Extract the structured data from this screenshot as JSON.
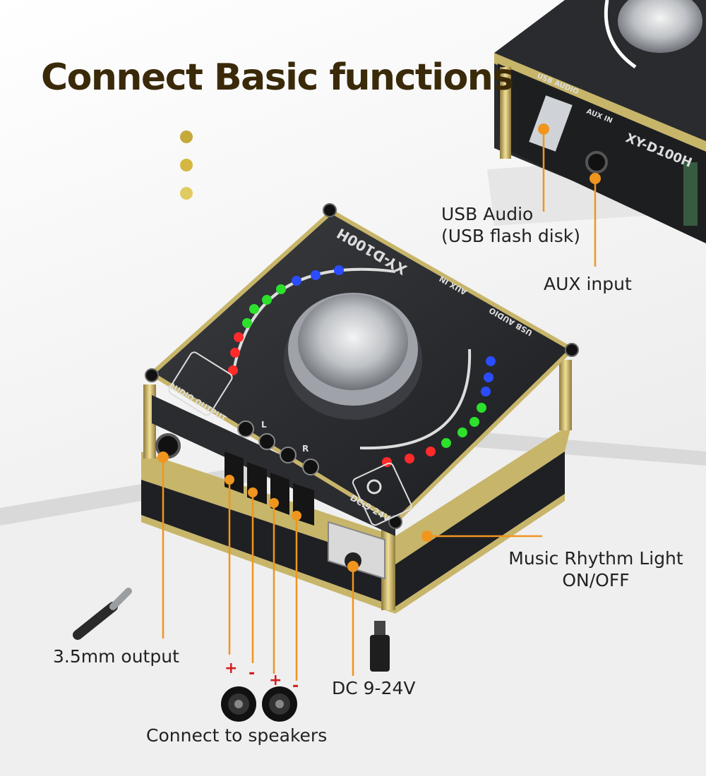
{
  "title": "Connect Basic functions",
  "colors": {
    "title": "#3a2a0a",
    "accent": "#f0951e",
    "dot1": "#c5a93b",
    "dot2": "#d3b741",
    "dot3": "#e0cb63",
    "sign": "#d21f1f"
  },
  "board": {
    "model": "XY-D100H",
    "silk": {
      "usb_audio": "USB AUDIO",
      "aux_in": "AUX IN",
      "audio_output": "AUDIO OUTPUT",
      "dc": "DC:9-24V",
      "left": "L",
      "right": "R"
    }
  },
  "labels": {
    "usb_audio_line1": "USB Audio",
    "usb_audio_line2": "(USB flash disk)",
    "aux_input": "AUX input",
    "rhythm_line1": "Music Rhythm Light",
    "rhythm_line2": "ON/OFF",
    "output_35": "3.5mm output",
    "dc_input": "DC 9-24V",
    "speakers": "Connect to speakers"
  },
  "speaker_signs": {
    "plus": "+",
    "minus": "-"
  }
}
